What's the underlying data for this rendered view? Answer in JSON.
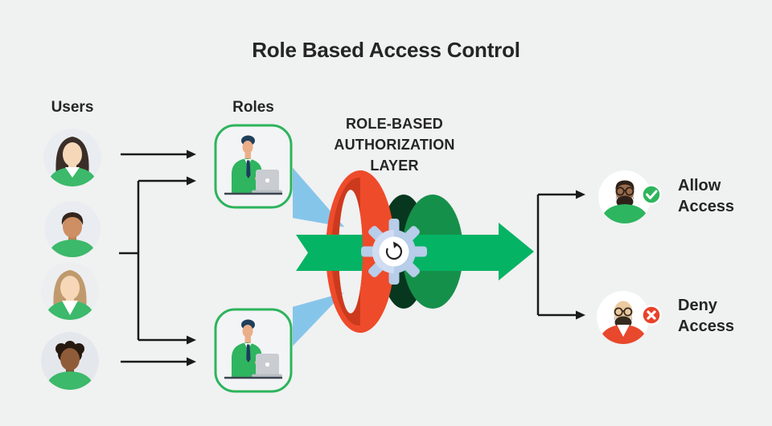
{
  "title": "Role Based Access Control",
  "users": {
    "label": "Users",
    "count": 4
  },
  "roles": {
    "label": "Roles",
    "count": 2
  },
  "authorization": {
    "label": "ROLE-BASED\nAUTHORIZATION\nLAYER"
  },
  "outcomes": {
    "allow": {
      "label": "Allow Access",
      "icon": "check",
      "badge_color": "#2eb55c"
    },
    "deny": {
      "label": "Deny Access",
      "icon": "cross",
      "badge_color": "#e8432a"
    }
  },
  "icons": {
    "check": "✓",
    "cross": "✕",
    "rotate": "↻",
    "gear": "settings-gear",
    "worker": "employee-at-laptop"
  },
  "colors": {
    "background": "#f0f1f1",
    "text": "#252525",
    "arrow_green": "#05b365",
    "clothing_green": "#3cb96a",
    "role_border_green": "#2cb45c",
    "funnel_green": "#15904a",
    "funnel_dark_green": "#07371f",
    "ring_red": "#ee4b2b",
    "ring_dark_red": "#cc3a1e",
    "deny_red": "#e8482c",
    "beam_blue": "#86c5ea",
    "gear_blue": "#b7cde9",
    "connector_black": "#1a1a1a",
    "avatar_circle": "#e9edf2"
  }
}
